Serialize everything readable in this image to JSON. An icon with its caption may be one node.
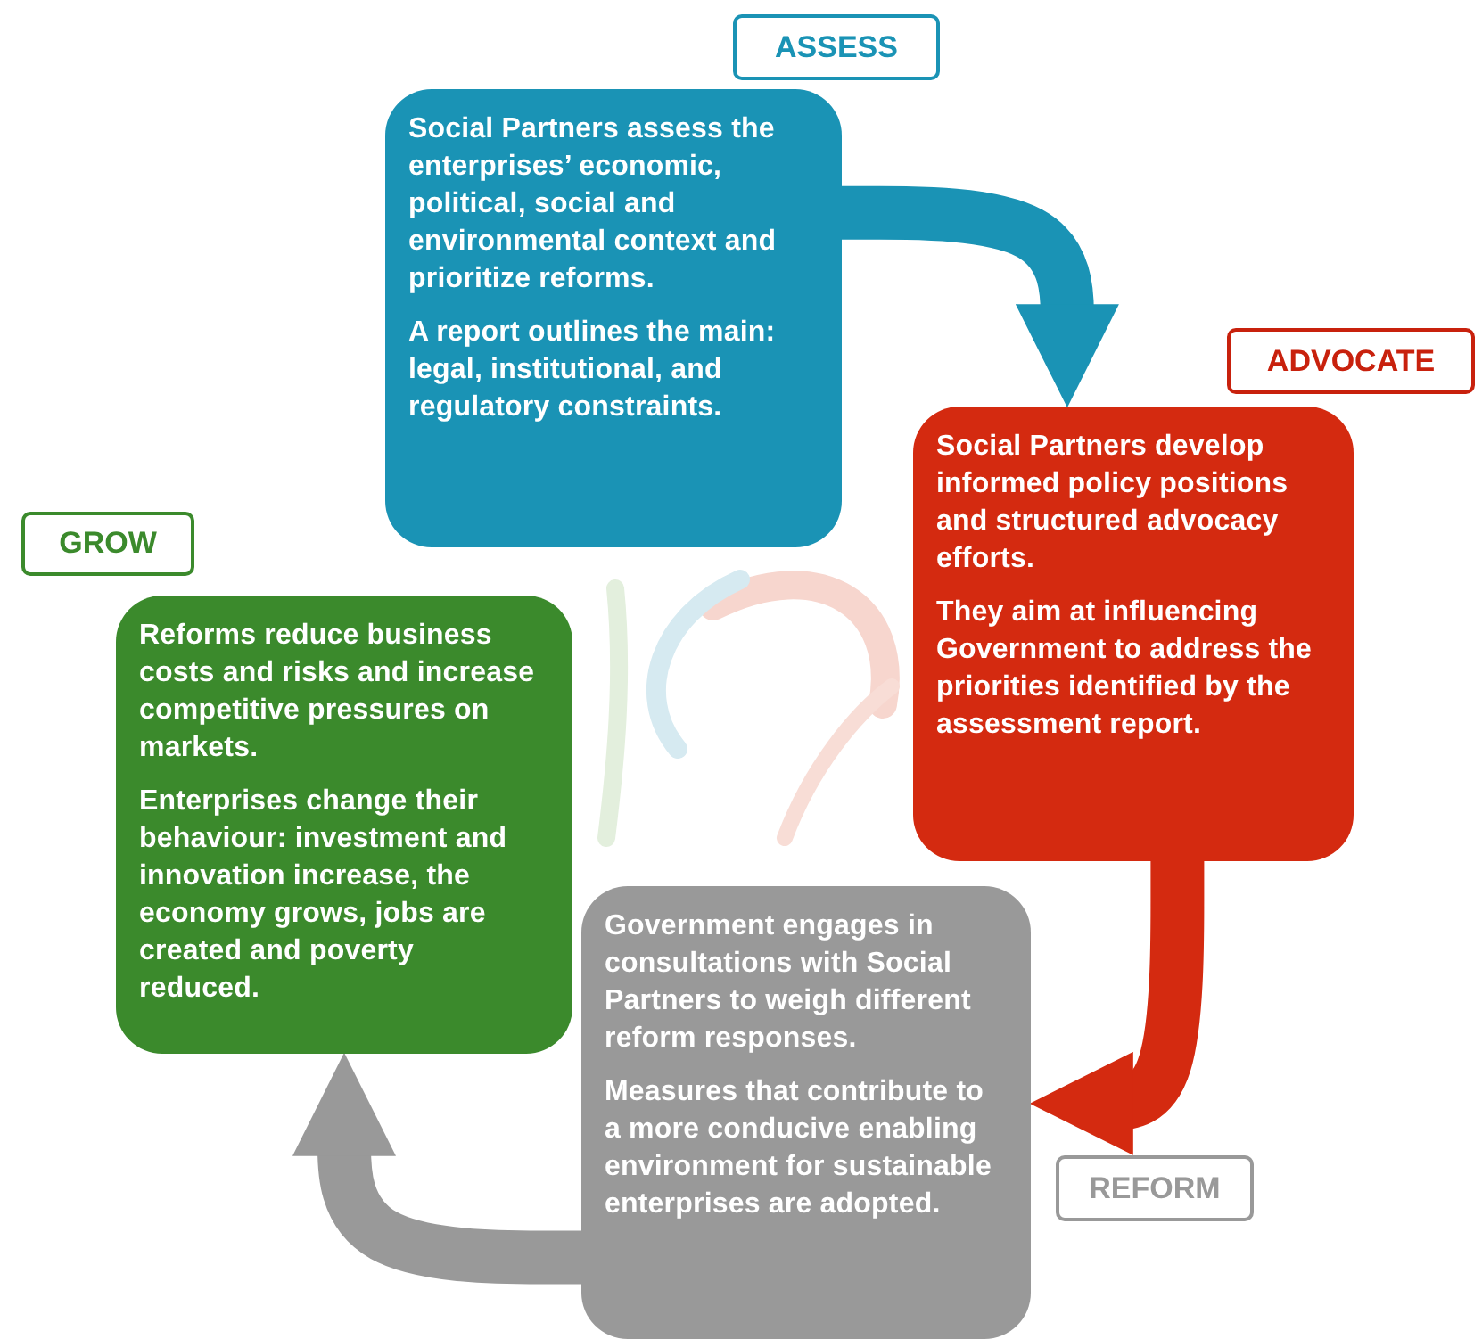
{
  "diagram": {
    "nodes": [
      {
        "text": [
          "ASSESS"
        ]
      },
      {
        "text": [
          "Social Partners assess the enterprises’ economic, political, social and environmental context and prioritize reforms.",
          "A report outlines the main: legal, institutional, and regulatory constraints."
        ]
      },
      {
        "text": [
          "ADVOCATE"
        ]
      },
      {
        "text": [
          "Social Partners develop informed policy positions and structured advocacy efforts.",
          "They aim at influencing Government to address the priorities identified by the assessment report."
        ]
      },
      {
        "text": [
          "GROW"
        ]
      },
      {
        "text": [
          "Reforms reduce business costs and risks and increase competitive pressures on markets.",
          "Enterprises change their behaviour: investment and innovation increase, the economy grows, jobs are created and poverty reduced."
        ]
      },
      {
        "text": [
          "REFORM"
        ]
      },
      {
        "text": [
          "Government engages in consultations with Social Partners to weigh different reform responses.",
          "Measures that contribute to a more conducive enabling environment for sustainable enterprises are adopted."
        ]
      }
    ],
    "edges": [
      {
        "from": 1,
        "to": 3,
        "arrow": "to",
        "color": "#1a93b5"
      },
      {
        "from": 3,
        "to": 7,
        "arrow": "to",
        "color": "#d42a10"
      },
      {
        "from": 7,
        "to": 5,
        "arrow": "to",
        "color": "#999999"
      }
    ]
  }
}
